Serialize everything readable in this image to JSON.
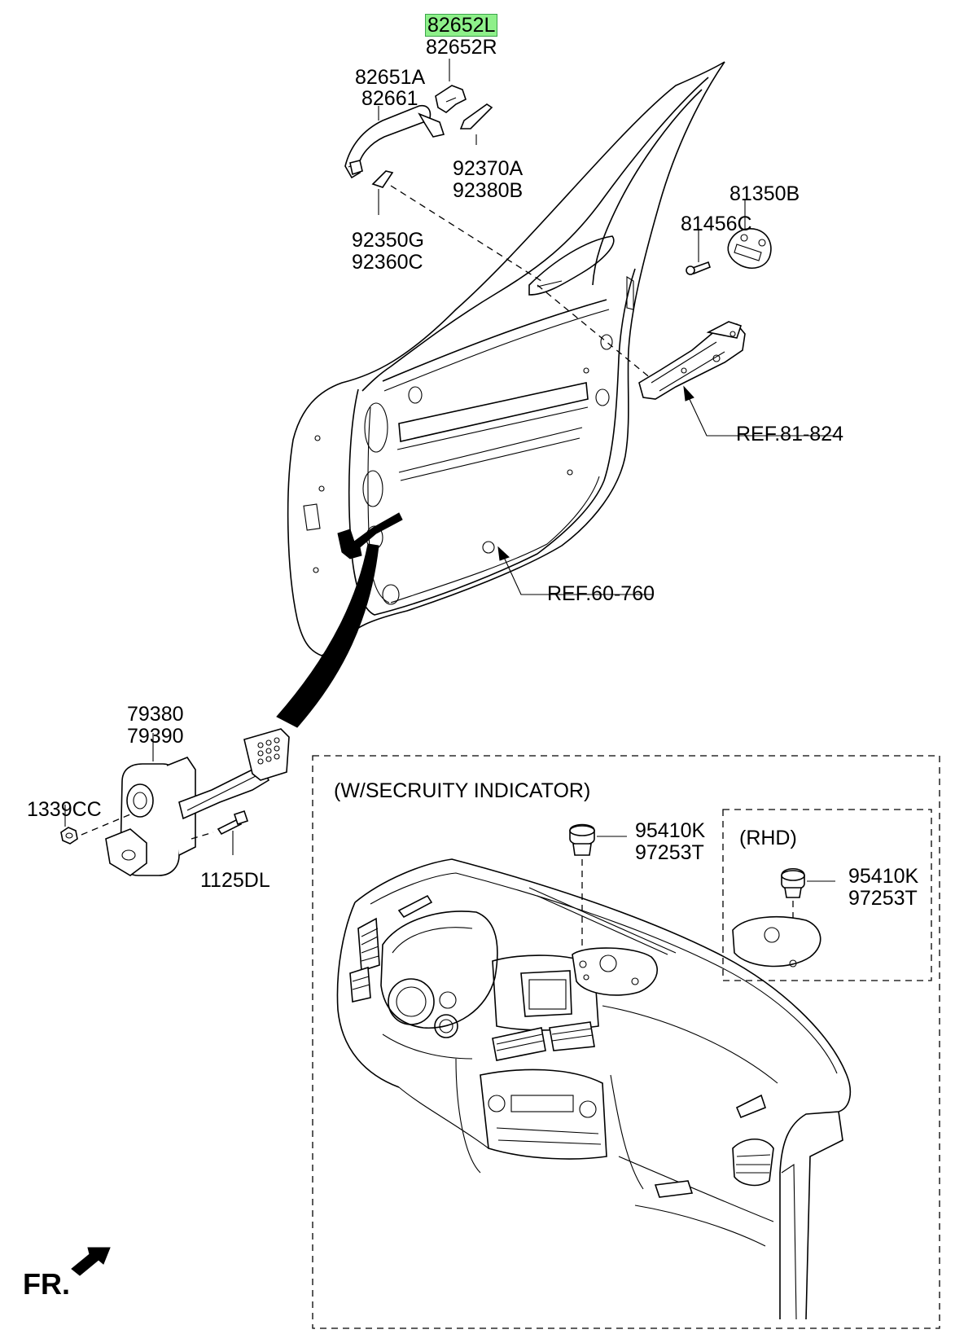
{
  "labels": {
    "p82652L": "82652L",
    "p82652R": "82652R",
    "p82651A": "82651A",
    "p82661": "82661",
    "p92370A": "92370A",
    "p92380B": "92380B",
    "p92350G": "92350G",
    "p92360C": "92360C",
    "p81350B": "81350B",
    "p81456C": "81456C",
    "ref81": "REF.81-824",
    "ref60": "REF.60-760",
    "p79380": "79380",
    "p79390": "79390",
    "p1339CC": "1339CC",
    "p1125DL": "1125DL",
    "security_title": "(W/SECRUITY INDICATOR)",
    "p95410K": "95410K",
    "p97253T": "97253T",
    "rhd_title": "(RHD)",
    "p95410K_rhd": "95410K",
    "p97253T_rhd": "97253T",
    "front": "FR."
  },
  "highlight_color": "#8ef08a",
  "icons": [
    "front-arrow-icon"
  ]
}
